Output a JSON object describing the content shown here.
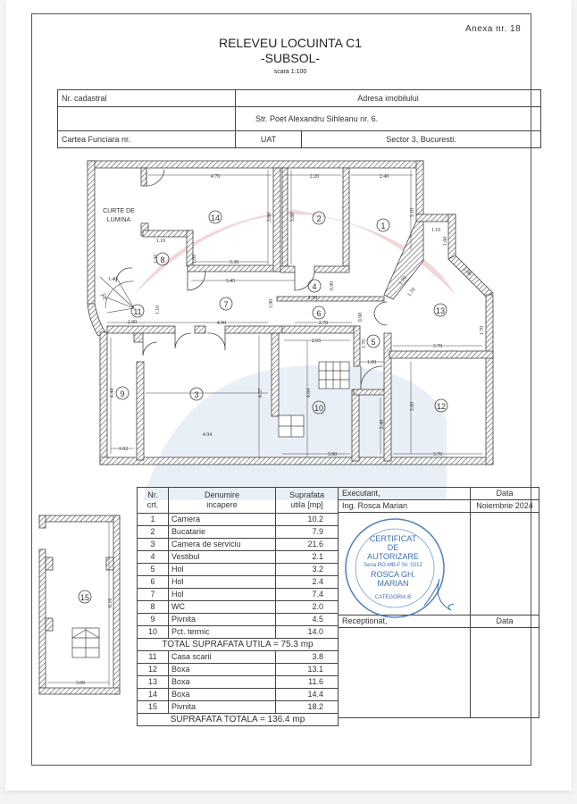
{
  "header": {
    "annex": "Anexa nr. 18",
    "title": "RELEVEU LOCUINTA C1",
    "subtitle": "-SUBSOL-",
    "scale": "scara 1:100"
  },
  "info_table": {
    "cadastral_label": "Nr. cadastral",
    "cadastral_value": "",
    "address_label": "Adresa imobilului",
    "address_value": "Str. Poet Alexandru Sihleanu nr. 6.",
    "land_book_label": "Cartea Funciara nr.",
    "uat_label": "UAT",
    "uat_value": "Sector 3, Bucuresti."
  },
  "plan": {
    "courtyard_label_1": "CURTE DE",
    "courtyard_label_2": "LUMINA",
    "rooms": {
      "r1": "1",
      "r2": "2",
      "r3": "3",
      "r4": "4",
      "r5": "5",
      "r6": "6",
      "r7": "7",
      "r8": "8",
      "r9": "9",
      "r10": "10",
      "r11": "11",
      "r12": "12",
      "r13": "13",
      "r14": "14",
      "r15": "15"
    },
    "dimensions": {
      "d_14_w": "4.70",
      "d_14_h": "3.60",
      "d_14_b": "3.30",
      "d_2_w": "2.20",
      "d_2_h": "3.60",
      "d_1_w": "2.40",
      "d_1_h": "3.10",
      "d_1_diag": "1.70",
      "d_13_top": "1.10",
      "d_13_side": "1.60",
      "d_13_diag": "2.80",
      "d_13_diag2": "1.70",
      "d_13_r": "1.70",
      "d_13_b": "3.70",
      "d_8_w": "1.10",
      "d_8_h": "1.30",
      "d_8_h2": "1.00",
      "d_7_top": "3.45",
      "d_7_b": "4.90",
      "d_7_h": "1.90",
      "d_4_w": "2.30",
      "d_4_h": "0.90",
      "d_6_w": "2.70",
      "d_6_h": "0.90",
      "d_11_top": "1.40",
      "d_11_b": "2.00",
      "d_11_h": "1.10",
      "d_11_l": "2.5",
      "d_9_h": "4.44",
      "d_9_w": "1.02",
      "d_3_w": "4.94",
      "d_3_h": "4.37",
      "d_10_top": "2.65",
      "d_10_h": "4.64",
      "d_10_b": "3.80",
      "d_10_r": "2.40",
      "d_5_h": "1.70",
      "d_5_w": "1.00",
      "d_12_h": "3.60",
      "d_12_b": "3.70",
      "d_15_h": "6.16",
      "d_15_w": "3.00"
    }
  },
  "rooms_table": {
    "headers": {
      "nr": "Nr. crt.",
      "nr_1": "Nr.",
      "nr_2": "crt.",
      "name_1": "Denumire",
      "name_2": "incapere",
      "area_1": "Suprafata",
      "area_2": "utila [mp]"
    },
    "rows": [
      {
        "nr": "1",
        "name": "Camera",
        "area": "10.2"
      },
      {
        "nr": "2",
        "name": "Bucatarie",
        "area": "7.9"
      },
      {
        "nr": "3",
        "name": "Camera de serviciu",
        "area": "21.6"
      },
      {
        "nr": "4",
        "name": "Vestibul",
        "area": "2.1"
      },
      {
        "nr": "5",
        "name": "Hol",
        "area": "3.2"
      },
      {
        "nr": "6",
        "name": "Hol",
        "area": "2.4"
      },
      {
        "nr": "7",
        "name": "Hol",
        "area": "7.4"
      },
      {
        "nr": "8",
        "name": "WC",
        "area": "2.0"
      },
      {
        "nr": "9",
        "name": "Pivnita",
        "area": "4.5"
      },
      {
        "nr": "10",
        "name": "Pct. termic",
        "area": "14.0"
      }
    ],
    "total_useful": "TOTAL SUPRAFATA UTILA = 75.3 mp",
    "rows_extra": [
      {
        "nr": "11",
        "name": "Casa scarii",
        "area": "3.8"
      },
      {
        "nr": "12",
        "name": "Boxa",
        "area": "13.1"
      },
      {
        "nr": "13",
        "name": "Boxa",
        "area": "11.6"
      },
      {
        "nr": "14",
        "name": "Boxa",
        "area": "14.4"
      },
      {
        "nr": "15",
        "name": "Pivnita",
        "area": "18.2"
      }
    ],
    "total": "SUPRAFATA TOTALA = 136.4 mp"
  },
  "exec_table": {
    "executant_label": "Executant,",
    "date_label": "Data",
    "executant_name": "Ing. Rosca Marian",
    "date_value": "Noiembrie 2024",
    "received_label": "Receptionat,",
    "received_date_label": "Data"
  },
  "stamp": {
    "line1": "CERTIFICAT",
    "line2": "DE",
    "line3": "AUTORIZARE",
    "line4": "Seria RO-MB-F Nr. 0212",
    "line5": "ROSCA GH.",
    "line6": "MARIAN",
    "category": "CATEGORIA B",
    "color": "#3a6fb8"
  },
  "colors": {
    "wall": "#444444",
    "watermark_red": "#e8b8bc",
    "watermark_blue": "#c9d9ea",
    "stamp": "#3a6fb8"
  }
}
